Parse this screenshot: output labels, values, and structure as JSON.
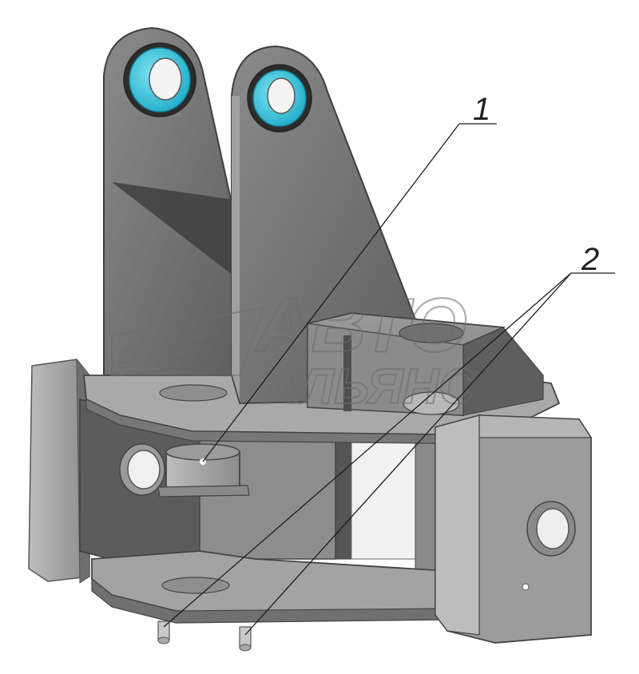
{
  "callouts": [
    {
      "label": "1"
    },
    {
      "label": "2"
    }
  ],
  "watermark": {
    "line1": "АВТО",
    "line2": "АЛЬЯНС"
  },
  "colors": {
    "background": "#ffffff",
    "metal": "#7d7d7d",
    "metal_dark": "#555555",
    "metal_light": "#a8a8a8",
    "bushing_cyan": "#33c6e0",
    "leader": "#1c1c1c"
  }
}
